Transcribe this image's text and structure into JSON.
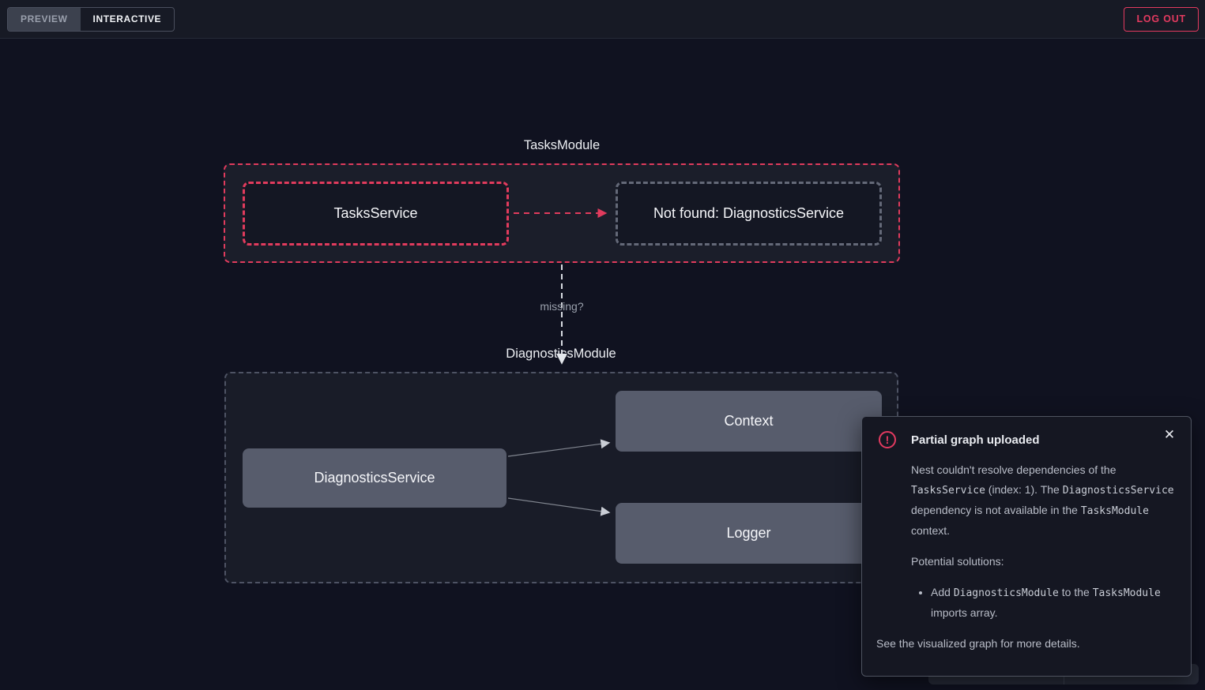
{
  "topbar": {
    "preview_label": "PREVIEW",
    "interactive_label": "INTERACTIVE",
    "logout_label": "LOG OUT"
  },
  "graph": {
    "tasks_module": {
      "title": "TasksModule",
      "tasks_service_label": "TasksService",
      "not_found_label": "Not found: DiagnosticsService"
    },
    "missing_edge_label": "missing?",
    "diagnostics_module": {
      "title": "DiagnosticsModule",
      "diagnostics_service_label": "DiagnosticsService",
      "context_label": "Context",
      "logger_label": "Logger"
    }
  },
  "toast": {
    "title": "Partial graph uploaded",
    "close_glyph": "✕",
    "alert_glyph": "!",
    "body_segments": [
      {
        "t": "Nest couldn't resolve dependencies of the "
      },
      {
        "c": "TasksService"
      },
      {
        "t": " (index: 1). The "
      },
      {
        "c": "DiagnosticsService"
      },
      {
        "t": " dependency is not available in the "
      },
      {
        "c": "TasksModule"
      },
      {
        "t": " context."
      }
    ],
    "solutions_heading": "Potential solutions:",
    "bullet_segments": [
      {
        "t": "Add "
      },
      {
        "c": "DiagnosticsModule"
      },
      {
        "t": " to the "
      },
      {
        "c": "TasksModule"
      },
      {
        "t": " imports array."
      }
    ],
    "footer": "See the visualized graph for more details."
  },
  "colors": {
    "error_accent": "#e13b5d",
    "page_background": "#101220",
    "module_background": "#1b1e2a",
    "solid_node_background": "#575c6c",
    "toast_background": "#151722"
  }
}
